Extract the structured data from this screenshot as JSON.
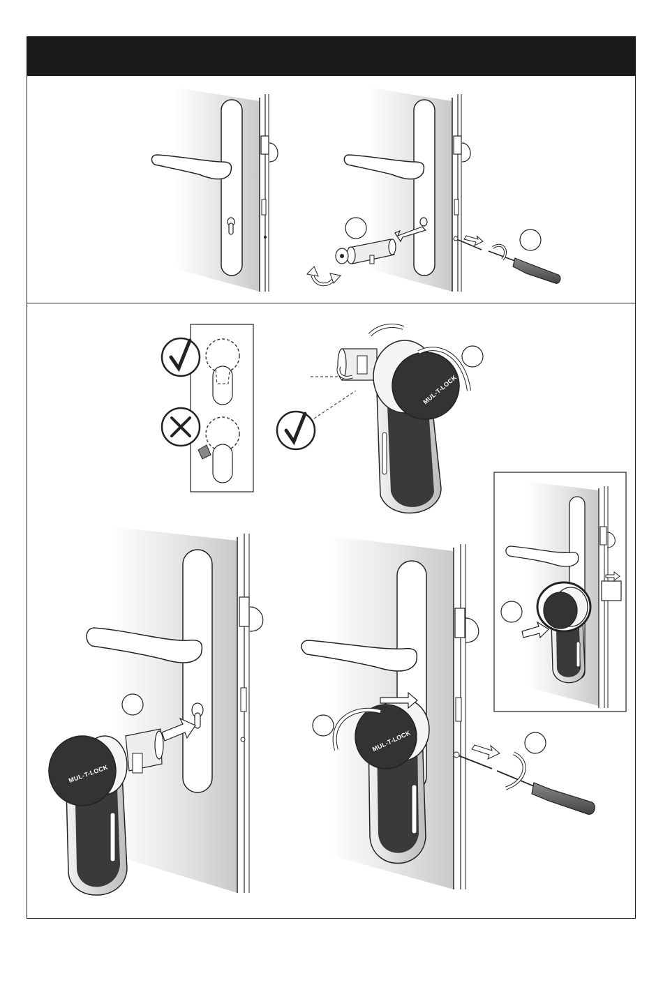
{
  "brand": {
    "logo_text": "MUL-T-LOCK"
  },
  "steps": [
    {
      "name": "door-handle-with-cylinder"
    },
    {
      "name": "remove-existing-cylinder"
    },
    {
      "name": "cam-position-check"
    },
    {
      "name": "rotate-knob-to-align-cam"
    },
    {
      "name": "insert-new-cylinder"
    },
    {
      "name": "fasten-fixing-screw"
    },
    {
      "name": "test-rotation"
    }
  ],
  "icons": {
    "correct": "check-mark-icon",
    "incorrect": "cross-mark-icon",
    "step_marker": "empty-circle-icon"
  },
  "colors": {
    "header": "#1a1a1a",
    "knob_face": "#333333",
    "door_shade": "#cfcfcf",
    "line": "#222222"
  }
}
